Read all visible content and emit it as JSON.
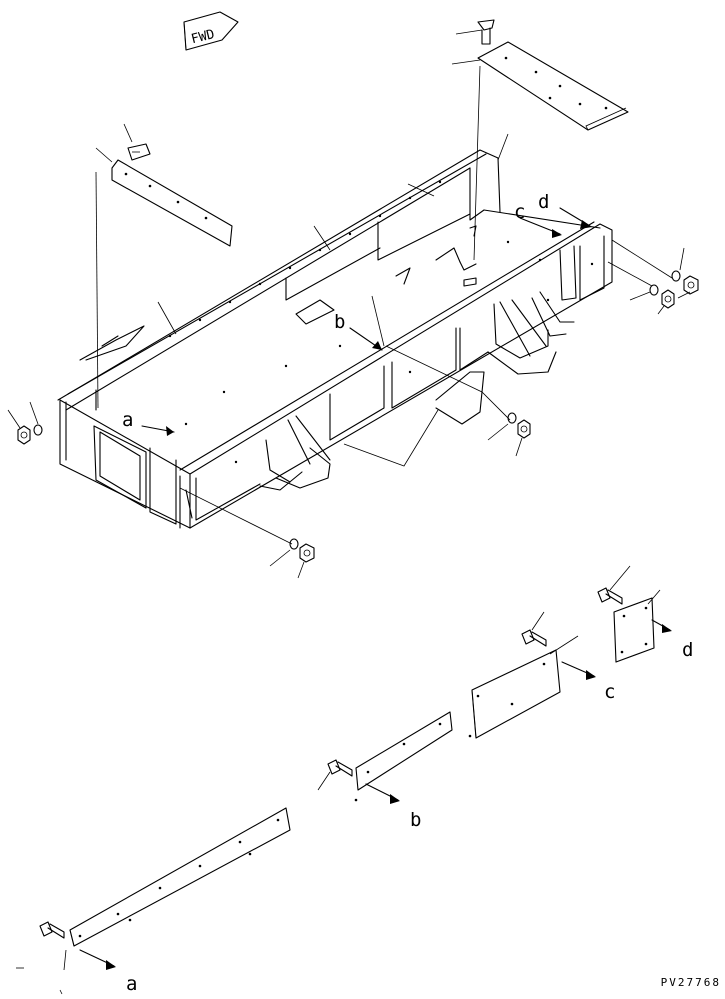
{
  "diagram": {
    "fwd_label": "FWD",
    "callouts": [
      "a",
      "b",
      "c",
      "d"
    ],
    "drawing_code": "PV27768",
    "colors": {
      "line": "#000000",
      "background": "#ffffff"
    }
  }
}
